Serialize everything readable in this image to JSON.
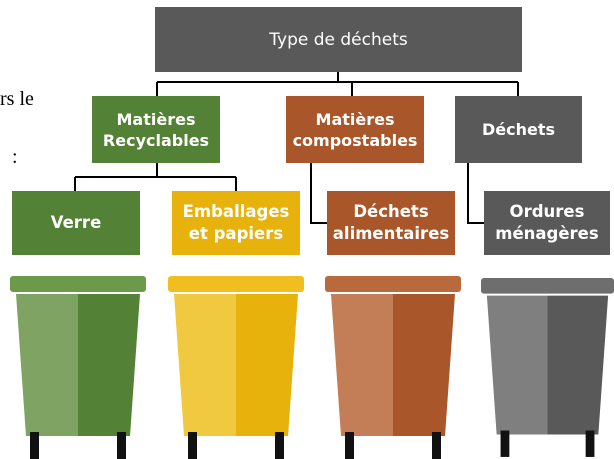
{
  "page_fragment": {
    "line1": "rs le",
    "line2": ":"
  },
  "root": {
    "label": "Type de déchets",
    "color": "#595959"
  },
  "categories": [
    {
      "label": "Matières\nRecyclables",
      "color": "#538135"
    },
    {
      "label": "Matières\ncompostables",
      "color": "#A9572A"
    },
    {
      "label": "Déchets",
      "color": "#595959"
    }
  ],
  "subcategories": [
    {
      "label": "Verre",
      "color": "#538135",
      "bin_light": "#7FA363",
      "bin_dark": "#538135",
      "bin_top": "#6C9A4A"
    },
    {
      "label": "Emballages\net papiers",
      "color": "#E8B20C",
      "bin_light": "#F1C940",
      "bin_dark": "#E8B20C",
      "bin_top": "#F0BE1E"
    },
    {
      "label": "Déchets\nalimentaires",
      "color": "#A9572A",
      "bin_light": "#C47E57",
      "bin_dark": "#A9572A",
      "bin_top": "#B86A3C"
    },
    {
      "label": "Ordures\nménagères",
      "color": "#595959",
      "bin_light": "#7F7F7F",
      "bin_dark": "#595959",
      "bin_top": "#6E6E6E"
    }
  ]
}
